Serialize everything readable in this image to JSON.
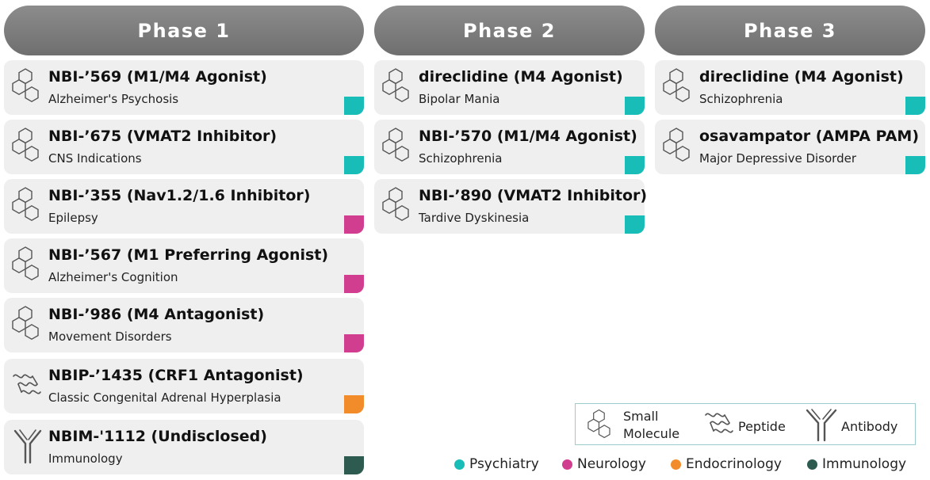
{
  "colors": {
    "psychiatry": "#19bdb8",
    "neurology": "#d13d8f",
    "endocrinology": "#f28b2a",
    "immunology": "#2e5b4f"
  },
  "phases": [
    {
      "label": "Phase 1",
      "items": [
        {
          "title": "NBI-’569 (M1/M4 Agonist)",
          "indication": "Alzheimer's Psychosis",
          "modality": "small-molecule",
          "area": "psychiatry"
        },
        {
          "title": "NBI-’675 (VMAT2 Inhibitor)",
          "indication": "CNS Indications",
          "modality": "small-molecule",
          "area": "psychiatry"
        },
        {
          "title": "NBI-’355 (Nav1.2/1.6 Inhibitor)",
          "indication": "Epilepsy",
          "modality": "small-molecule",
          "area": "neurology"
        },
        {
          "title": "NBI-’567 (M1 Preferring Agonist)",
          "indication": "Alzheimer's Cognition",
          "modality": "small-molecule",
          "area": "neurology"
        },
        {
          "title": "NBI-’986 (M4 Antagonist)",
          "indication": "Movement Disorders",
          "modality": "small-molecule",
          "area": "neurology"
        },
        {
          "title": "NBIP-’1435 (CRF1 Antagonist)",
          "indication": "Classic Congenital Adrenal Hyperplasia",
          "modality": "peptide",
          "area": "endocrinology"
        },
        {
          "title": "NBIM-'1112 (Undisclosed)",
          "indication": "Immunology",
          "modality": "antibody",
          "area": "immunology"
        }
      ]
    },
    {
      "label": "Phase 2",
      "items": [
        {
          "title": "direclidine (M4 Agonist)",
          "indication": "Bipolar Mania",
          "modality": "small-molecule",
          "area": "psychiatry"
        },
        {
          "title": "NBI-’570 (M1/M4 Agonist)",
          "indication": "Schizophrenia",
          "modality": "small-molecule",
          "area": "psychiatry"
        },
        {
          "title": "NBI-’890 (VMAT2 Inhibitor)",
          "indication": "Tardive Dyskinesia",
          "modality": "small-molecule",
          "area": "psychiatry"
        }
      ]
    },
    {
      "label": "Phase 3",
      "items": [
        {
          "title": "direclidine (M4 Agonist)",
          "indication": "Schizophrenia",
          "modality": "small-molecule",
          "area": "psychiatry"
        },
        {
          "title": "osavampator (AMPA PAM)",
          "indication": "Major Depressive Disorder",
          "modality": "small-molecule",
          "area": "psychiatry"
        }
      ]
    }
  ],
  "modality_legend": {
    "small_molecule_line1": "Small",
    "small_molecule_line2": "Molecule",
    "peptide": "Peptide",
    "antibody": "Antibody"
  },
  "area_legend": {
    "psychiatry": "Psychiatry",
    "neurology": "Neurology",
    "endocrinology": "Endocrinology",
    "immunology": "Immunology"
  }
}
